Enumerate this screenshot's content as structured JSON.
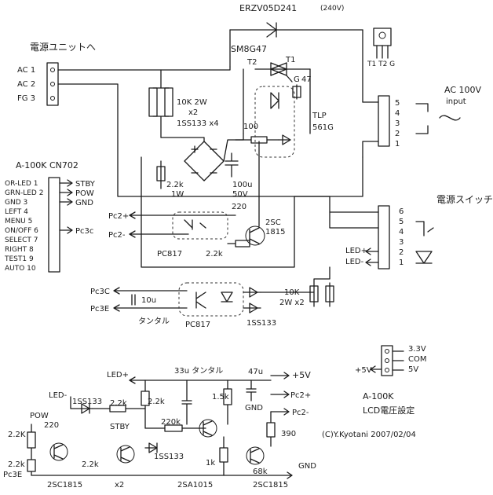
{
  "top": {
    "varistor": "ERZV05D241",
    "varistor_rating": "(240V)",
    "triac": "SM8G47",
    "t2": "T2",
    "t1": "T1",
    "g": "G",
    "r47": "47",
    "pkg_pins": "T1 T2 G"
  },
  "left_unit": {
    "title": "電源ユニットへ",
    "pins": [
      "AC 1",
      "AC 2",
      "FG 3"
    ]
  },
  "snubber": {
    "res": "10K 2W",
    "count": "x2",
    "diodes": "1SS133 x4"
  },
  "bridge": {
    "r100": "100",
    "cap": "100u",
    "cap_v": "50V",
    "res": "2.2k",
    "res_w": "1W",
    "tlp": "TLP",
    "tlp_part": "561G"
  },
  "ac_input": {
    "title": "AC 100V",
    "subtitle": "input",
    "pins": [
      "5",
      "4",
      "3",
      "2",
      "1"
    ]
  },
  "cn702": {
    "title": "A-100K CN702",
    "pins": [
      "OR-LED 1",
      "GRN-LED 2",
      "GND 3",
      "LEFT 4",
      "MENU 5",
      "ON/OFF 6",
      "SELECT 7",
      "RIGHT 8",
      "TEST1 9",
      "AUTO 10"
    ],
    "stby": "STBY",
    "pow": "POW",
    "gnd": "GND",
    "pc3c": "Pc3c"
  },
  "mid": {
    "pc2p": "Pc2+",
    "pc2m": "Pc2-",
    "pc817_top": "PC817",
    "r22k": "2.2k",
    "r220": "220",
    "transistor": "2SC",
    "transistor_num": "1815"
  },
  "power_switch": {
    "title": "電源スイッチ",
    "pins": [
      "6",
      "5",
      "4",
      "3",
      "2",
      "1"
    ],
    "led_p": "LED+",
    "led_m": "LED-"
  },
  "lower_mid": {
    "pc3c": "Pc3C",
    "pc3e": "Pc3E",
    "cap": "10u",
    "tantal": "タンタル",
    "pc817": "PC817",
    "res": "10K",
    "res_w": "2W x2",
    "diode": "1SS133"
  },
  "lcd_conn": {
    "v33": "3.3V",
    "com": "COM",
    "v5": "5V",
    "plus5": "+5V"
  },
  "bottom": {
    "led_p": "LED+",
    "led_m": "LED-",
    "cap33": "33u タンタル",
    "cap47": "47u",
    "plus5v": "+5V",
    "r15k": "1.5k",
    "pc2p": "Pc2+",
    "pc2m": "Pc2-",
    "gnd_small": "GND",
    "pow": "POW",
    "d1ss133": "1SS133",
    "r22k_a": "2.2k",
    "r220": "220",
    "stby": "STBY",
    "r22k_b": "2.2k",
    "r22k_c": "2.2k",
    "r220k": "220k",
    "r22k_d": "2.2K",
    "r22k_e": "2.2k",
    "d1ss133_b": "1SS133",
    "r1k": "1k",
    "r390": "390",
    "r68k": "68k",
    "gnd": "GND",
    "pc3e": "Pc3E",
    "t_left": "2SC1815",
    "t_left_count": "x2",
    "t_mid": "2SA1015",
    "t_right": "2SC1815"
  },
  "note": {
    "title": "A-100K",
    "subtitle": "LCD電圧設定",
    "credit": "(C)Y.Kyotani 2007/02/04"
  }
}
